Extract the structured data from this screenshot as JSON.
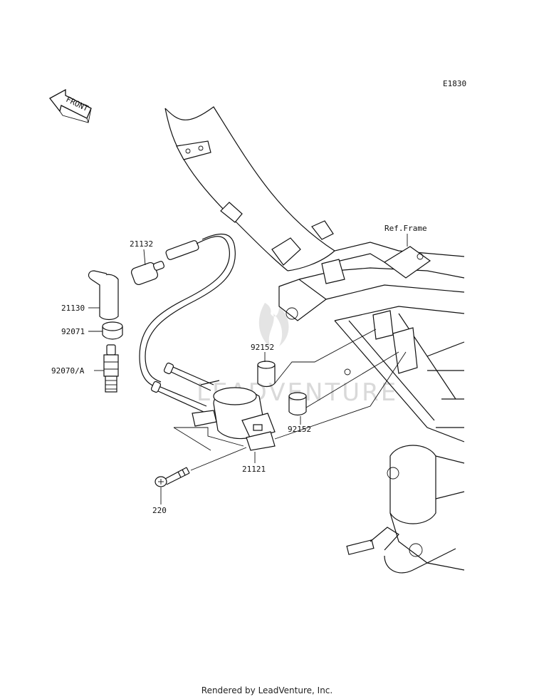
{
  "diagram_code": "E1830",
  "front_arrow_label": "FRONT",
  "ref_label": "Ref.Frame",
  "parts": [
    {
      "key": "coil_wire",
      "number": "21132"
    },
    {
      "key": "plug_cap",
      "number": "21130"
    },
    {
      "key": "seal",
      "number": "92071"
    },
    {
      "key": "spark_plug",
      "number": "92070/A"
    },
    {
      "key": "collar_upper",
      "number": "92152"
    },
    {
      "key": "collar_lower",
      "number": "92152"
    },
    {
      "key": "ignition_coil",
      "number": "21121"
    },
    {
      "key": "bolt",
      "number": "220"
    }
  ],
  "watermark": "LEADVENTURE",
  "footer": "Rendered by LeadVenture, Inc."
}
